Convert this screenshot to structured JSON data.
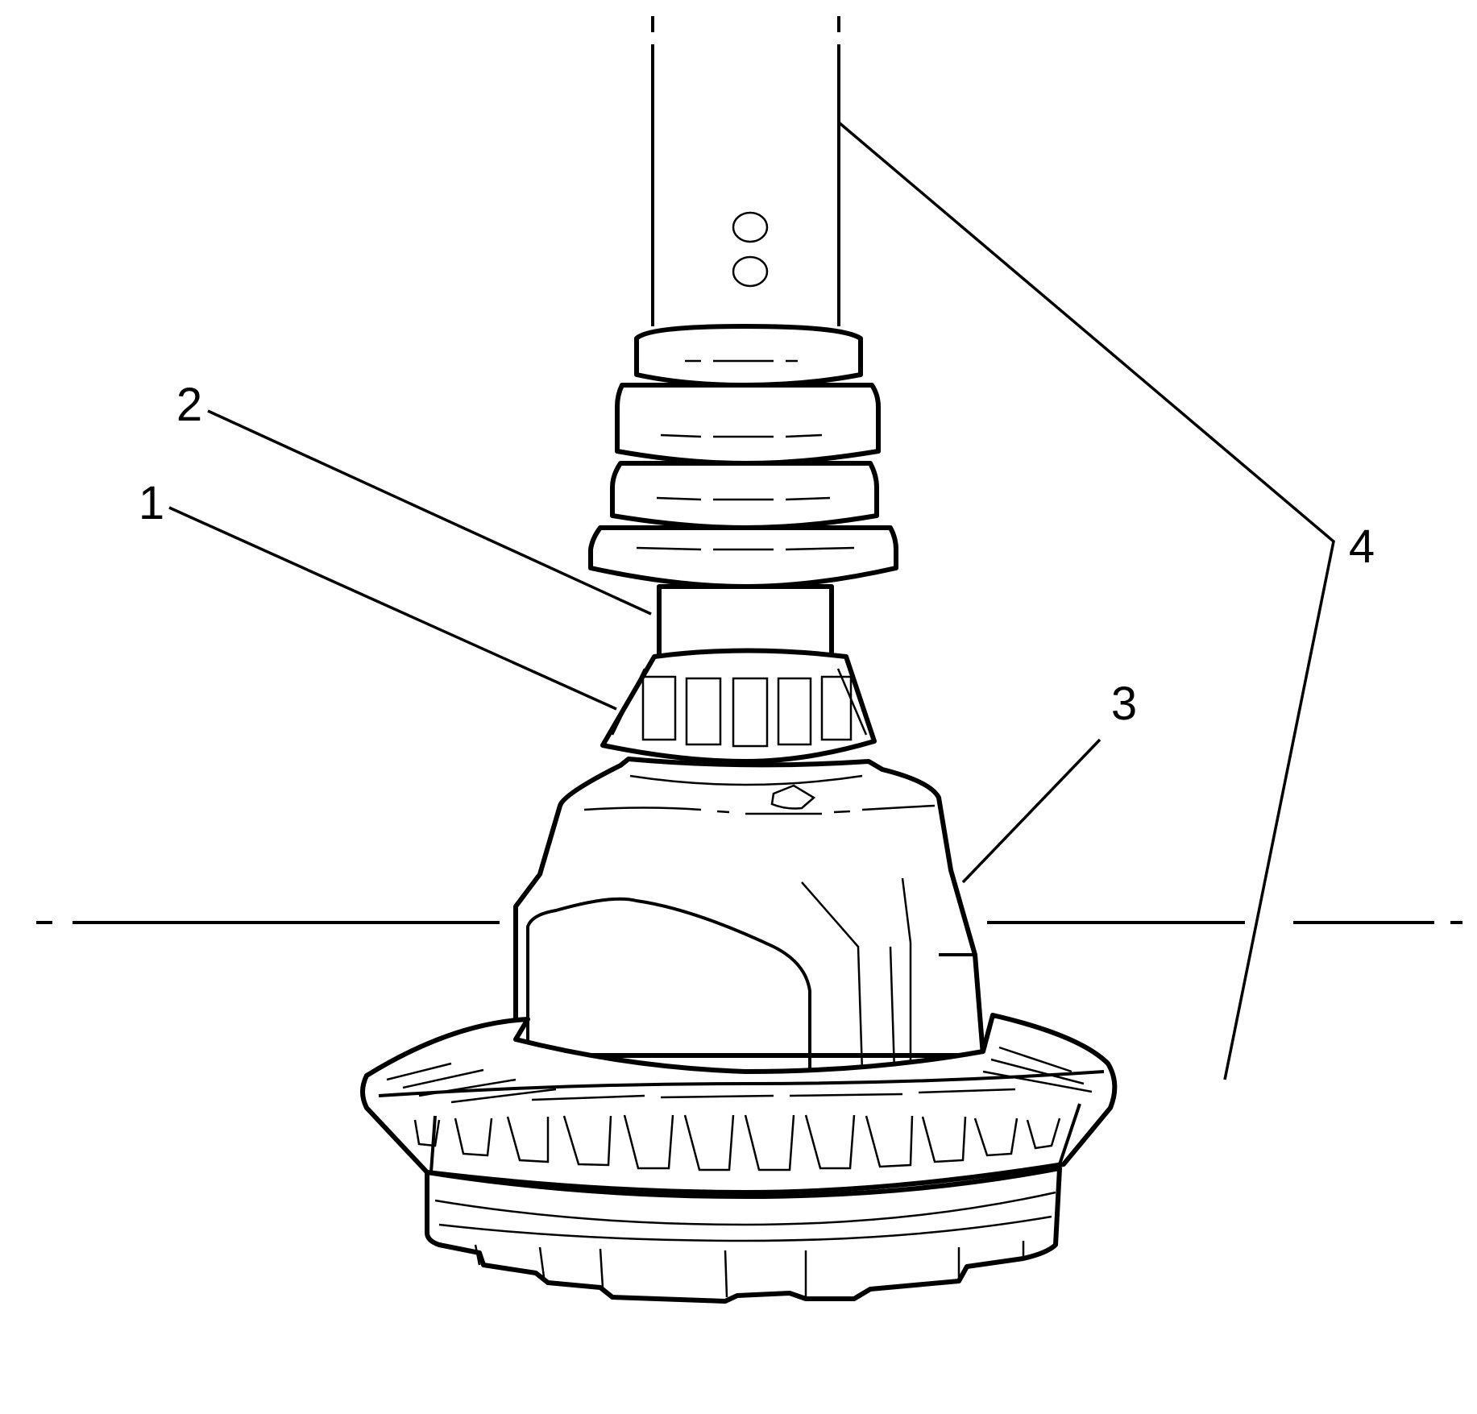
{
  "figure": {
    "callouts": [
      {
        "id": "1",
        "text": "1"
      },
      {
        "id": "2",
        "text": "2"
      },
      {
        "id": "3",
        "text": "3"
      },
      {
        "id": "4",
        "text": "4"
      }
    ],
    "line_color": "#000000",
    "background_color": "#ffffff"
  }
}
